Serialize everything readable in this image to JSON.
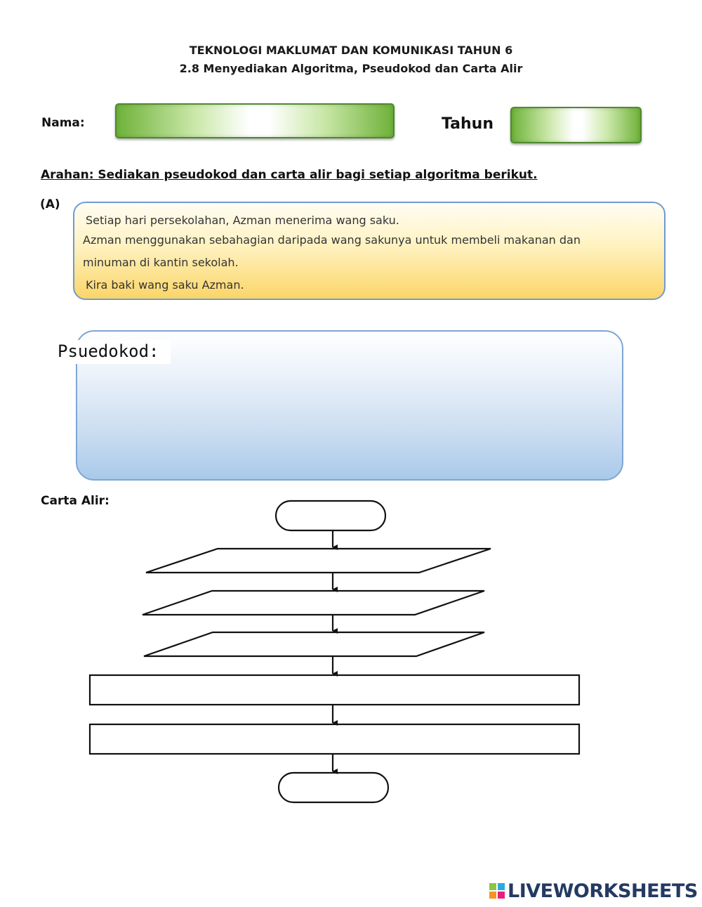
{
  "header": {
    "title_line1": "TEKNOLOGI MAKLUMAT DAN KOMUNIKASI TAHUN 6",
    "title_line2": "2.8 Menyediakan Algoritma, Pseudokod dan Carta Alir"
  },
  "form": {
    "name_label": "Nama:",
    "name_value": "",
    "year_label": "Tahun",
    "year_value": ""
  },
  "instruction": "Arahan: Sediakan pseudokod dan carta alir bagi setiap algoritma berikut.",
  "section_a": {
    "label": "(A)",
    "lines": [
      "Setiap hari persekolahan, Azman menerima wang saku.",
      "Azman menggunakan sebahagian daripada wang sakunya untuk membeli makanan dan",
      "minuman di kantin sekolah.",
      "Kira baki wang saku Azman."
    ]
  },
  "pseudocode": {
    "label": "Psuedokod:",
    "value": ""
  },
  "flowchart": {
    "label": "Carta Alir:",
    "shapes": [
      "terminator",
      "input-output",
      "input-output",
      "input-output",
      "process",
      "process",
      "terminator"
    ]
  },
  "colors": {
    "green_field": "#6fb23a",
    "yellow_box": "#fbd568",
    "blue_box": "#a9c9ea",
    "border_blue": "#6f9bd0"
  },
  "footer": {
    "logo_text": "LIVEWORKSHEETS",
    "logo_icon": "liveworksheets-logo-icon"
  }
}
